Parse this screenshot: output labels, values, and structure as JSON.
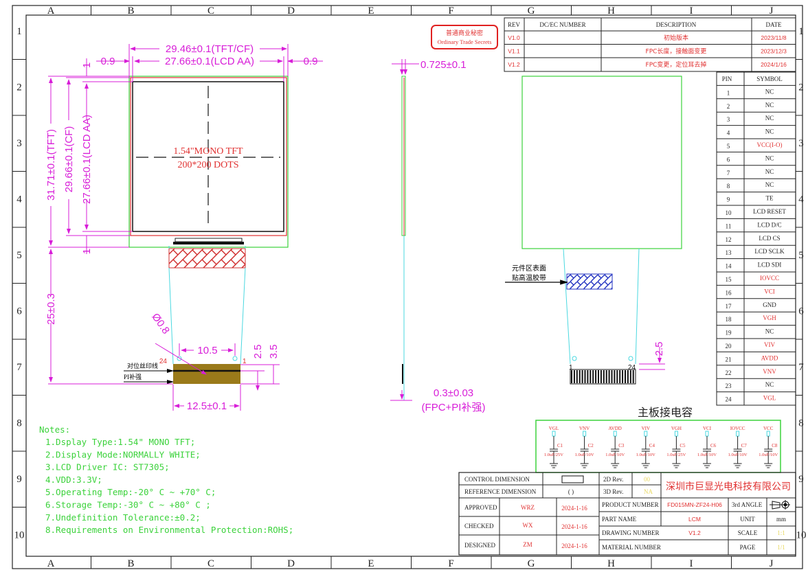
{
  "grid": {
    "columns": [
      "A",
      "B",
      "C",
      "D",
      "E",
      "F",
      "G",
      "H",
      "I",
      "J"
    ],
    "rows": [
      "1",
      "2",
      "3",
      "4",
      "5",
      "6",
      "7",
      "8",
      "9",
      "10"
    ]
  },
  "stamp": {
    "line1": "普通商业秘密",
    "line2": "Ordinary Trade Secrets"
  },
  "revision": {
    "headers": [
      "REV",
      "DC/EC NUMBER",
      "DESCRIPTION",
      "DATE"
    ],
    "rows": [
      {
        "rev": "V1.0",
        "dcec": "",
        "desc": "初始版本",
        "date": "2023/11/8"
      },
      {
        "rev": "V1.1",
        "dcec": "",
        "desc": "FPC长度，接触面变更",
        "date": "2023/12/3"
      },
      {
        "rev": "V1.2",
        "dcec": "",
        "desc": "FPC变更，定位耳去掉",
        "date": "2024/1/16"
      }
    ]
  },
  "front_view": {
    "width_tft": "29.46±0.1(TFT/CF)",
    "width_aa": "27.66±0.1(LCD AA)",
    "margin_left": "0.9",
    "margin_right": "0.9",
    "height_tft": "31.71±0.1(TFT)",
    "height_cf": "29.66±0.1(CF)",
    "height_aa": "27.66±0.1(LCD AA)",
    "top_margin": "1",
    "bottom_margin": "1",
    "fpc_length": "25±0.3",
    "hole_dia": "Ø0.8",
    "hole_pitch": "10.5",
    "dim_2_5": "2.5",
    "dim_3_5": "3.5",
    "fpc_width": "12.5±0.1",
    "panel_line1": "1.54\"MONO TFT",
    "panel_line2": "200*200 DOTS",
    "pin_first": "24",
    "pin_last": "1",
    "label_silk": "对位丝印线",
    "label_pi": "PI补强"
  },
  "side_view": {
    "thickness": "0.725±0.1",
    "fpc_thickness": "0.3±0.03",
    "fpc_note": "(FPC+PI补强)"
  },
  "back_view": {
    "label_line1": "元件区表面",
    "label_line2": "贴高温胶带",
    "pin_first": "1",
    "pin_last": "24",
    "dim": "2.5"
  },
  "pin_table": {
    "headers": [
      "PIN",
      "SYMBOL"
    ],
    "rows": [
      {
        "pin": "1",
        "symbol": "NC",
        "highlight": false
      },
      {
        "pin": "2",
        "symbol": "NC",
        "highlight": false
      },
      {
        "pin": "3",
        "symbol": "NC",
        "highlight": false
      },
      {
        "pin": "4",
        "symbol": "NC",
        "highlight": false
      },
      {
        "pin": "5",
        "symbol": "VCC(I-O)",
        "highlight": true
      },
      {
        "pin": "6",
        "symbol": "NC",
        "highlight": false
      },
      {
        "pin": "7",
        "symbol": "NC",
        "highlight": false
      },
      {
        "pin": "8",
        "symbol": "NC",
        "highlight": false
      },
      {
        "pin": "9",
        "symbol": "TE",
        "highlight": false
      },
      {
        "pin": "10",
        "symbol": "LCD RESET",
        "highlight": false
      },
      {
        "pin": "11",
        "symbol": "LCD D/C",
        "highlight": false
      },
      {
        "pin": "12",
        "symbol": "LCD CS",
        "highlight": false
      },
      {
        "pin": "13",
        "symbol": "LCD SCLK",
        "highlight": false
      },
      {
        "pin": "14",
        "symbol": "LCD SDI",
        "highlight": false
      },
      {
        "pin": "15",
        "symbol": "IOVCC",
        "highlight": true
      },
      {
        "pin": "16",
        "symbol": "VCI",
        "highlight": true
      },
      {
        "pin": "17",
        "symbol": "GND",
        "highlight": false
      },
      {
        "pin": "18",
        "symbol": "VGH",
        "highlight": true
      },
      {
        "pin": "19",
        "symbol": "NC",
        "highlight": false
      },
      {
        "pin": "20",
        "symbol": "VIV",
        "highlight": true
      },
      {
        "pin": "21",
        "symbol": "AVDD",
        "highlight": true
      },
      {
        "pin": "22",
        "symbol": "VNV",
        "highlight": true
      },
      {
        "pin": "23",
        "symbol": "NC",
        "highlight": false
      },
      {
        "pin": "24",
        "symbol": "VGL",
        "highlight": true
      }
    ]
  },
  "capacitors": {
    "title": "主板接电容",
    "items": [
      {
        "net": "VGL",
        "ref": "C1",
        "value": "1.0uF/25V"
      },
      {
        "net": "VNV",
        "ref": "C2",
        "value": "1.0uF/10V"
      },
      {
        "net": "AVDD",
        "ref": "C3",
        "value": "1.0uF/10V"
      },
      {
        "net": "VIV",
        "ref": "C4",
        "value": "1.0uF/10V"
      },
      {
        "net": "VGH",
        "ref": "C5",
        "value": "1.0uF/25V"
      },
      {
        "net": "VCI",
        "ref": "C6",
        "value": "1.0uF/10V"
      },
      {
        "net": "IOVCC",
        "ref": "C7",
        "value": "1.0uF/10V"
      },
      {
        "net": "VCC",
        "ref": "C8",
        "value": "1.0uF/10V"
      }
    ]
  },
  "notes": {
    "title": "Notes:",
    "items": [
      "1.Dsplay Type:1.54\" MONO TFT;",
      "2.Display Mode:NORMALLY WHITE;",
      "3.LCD Driver IC: ST7305;",
      "4.VDD:3.3V;",
      "5.Operating Temp:-20° C ~ +70° C;",
      "6.Storage Temp:-30° C ~ +80° C ;",
      "7.Undefinition Tolerance:±0.2;",
      "8.Requirements on Environmental Protection:ROHS;"
    ]
  },
  "title_block": {
    "control_dimension": "CONTROL DIMENSION",
    "reference_dimension": "REFERENCE DIMENSION",
    "reference_symbol": "(    )",
    "rev2d_label": "2D Rev.",
    "rev2d_value": "00",
    "rev3d_label": "3D Rev.",
    "rev3d_value": "NA",
    "company": "深圳市巨显光电科技有限公司",
    "approved_label": "APPROVED",
    "approved_by": "WRZ",
    "approved_date": "2024-1-16",
    "checked_label": "CHECKED",
    "checked_by": "WX",
    "checked_date": "2024-1-16",
    "designed_label": "DESIGNED",
    "designed_by": "ZM",
    "designed_date": "2024-1-16",
    "product_number_label": "PRODUCT NUMBER",
    "product_number": "FD015MN-ZF24-H06",
    "part_name_label": "PART NAME",
    "part_name": "LCM",
    "drawing_number_label": "DRAWING NUMBER",
    "drawing_number": "V1.2",
    "material_number_label": "MATERIAL NUMBER",
    "material_number": "",
    "angle_label": "3rd ANGLE",
    "unit_label": "UNIT",
    "unit": "mm",
    "scale_label": "SCALE",
    "scale": "1:1",
    "page_label": "PAGE",
    "page": "1/1"
  }
}
